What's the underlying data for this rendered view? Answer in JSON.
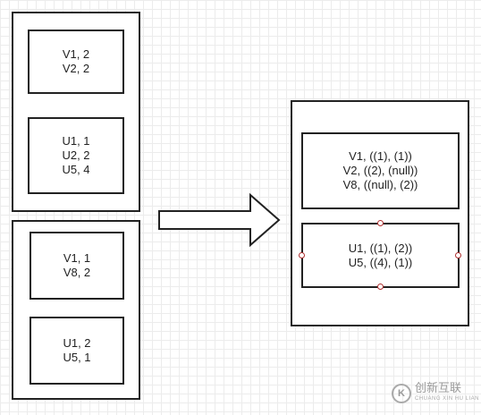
{
  "left_top_group": {
    "cell_a": [
      "V1, 2",
      "V2, 2"
    ],
    "cell_b": [
      "U1, 1",
      "U2, 2",
      "U5, 4"
    ]
  },
  "left_bottom_group": {
    "cell_a": [
      "V1, 1",
      "V8, 2"
    ],
    "cell_b": [
      "U1, 2",
      "U5, 1"
    ]
  },
  "right_group": {
    "cell_a": [
      "V1, ((1), (1))",
      "V2, ((2), (null))",
      "V8, ((null), (2))"
    ],
    "cell_b": [
      "U1, ((1), (2))",
      "U5, ((4), (1))"
    ]
  },
  "watermark": {
    "logo_glyph": "K",
    "name": "创新互联",
    "sub": "CHUANG XIN HU LIAN"
  }
}
